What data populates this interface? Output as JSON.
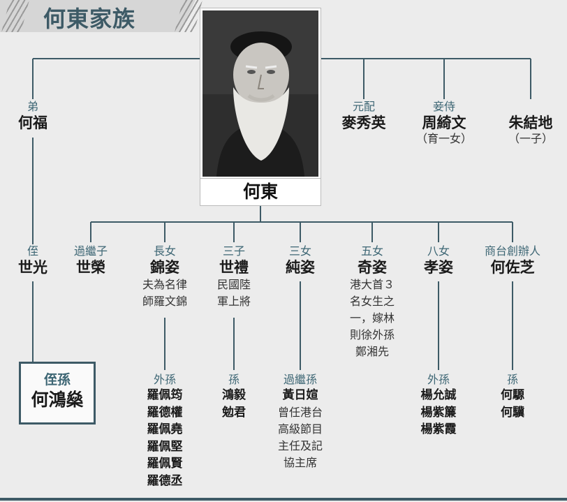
{
  "title": "何東家族",
  "center": {
    "name": "何東"
  },
  "brother": {
    "role": "弟",
    "name": "何福"
  },
  "spouses": [
    {
      "role": "元配",
      "name": "麥秀英",
      "note": ""
    },
    {
      "role": "妾侍",
      "name": "周綺文",
      "note": "（育一女）"
    },
    {
      "role": "",
      "name": "朱結地",
      "note": "（一子）"
    }
  ],
  "children": [
    {
      "role": "侄",
      "name": "世光"
    },
    {
      "role": "過繼子",
      "name": "世榮"
    },
    {
      "role": "長女",
      "name": "錦姿",
      "desc": [
        "夫為名律",
        "師羅文錦"
      ]
    },
    {
      "role": "三子",
      "name": "世禮",
      "desc": [
        "民國陸",
        "軍上將"
      ]
    },
    {
      "role": "三女",
      "name": "純姿"
    },
    {
      "role": "五女",
      "name": "奇姿",
      "desc": [
        "港大首３",
        "名女生之",
        "一，嫁林",
        "則徐外孫",
        "鄭湘先"
      ]
    },
    {
      "role": "八女",
      "name": "孝姿"
    },
    {
      "role": "商台創辦人",
      "name": "何佐芝"
    }
  ],
  "grandchildren": [
    {
      "role": "侄孫",
      "names": [
        "何鴻燊"
      ]
    },
    {
      "role": "外孫",
      "names": [
        "羅佩筠",
        "羅德權",
        "羅佩堯",
        "羅佩堅",
        "羅佩賢",
        "羅德丞"
      ]
    },
    {
      "role": "孫",
      "names": [
        "鴻毅",
        "勉君"
      ]
    },
    {
      "role": "過繼孫",
      "names": [
        "黃日媗"
      ],
      "desc": [
        "曾任港台",
        "高級節目",
        "主任及記",
        "協主席"
      ]
    },
    {
      "role": "外孫",
      "names": [
        "楊允誠",
        "楊紫簾",
        "楊紫霞"
      ]
    },
    {
      "role": "孫",
      "names": [
        "何騵",
        "何驥"
      ]
    }
  ],
  "colors": {
    "line": "#3d5a66",
    "accent": "#3d6674",
    "background": "#ececec"
  }
}
